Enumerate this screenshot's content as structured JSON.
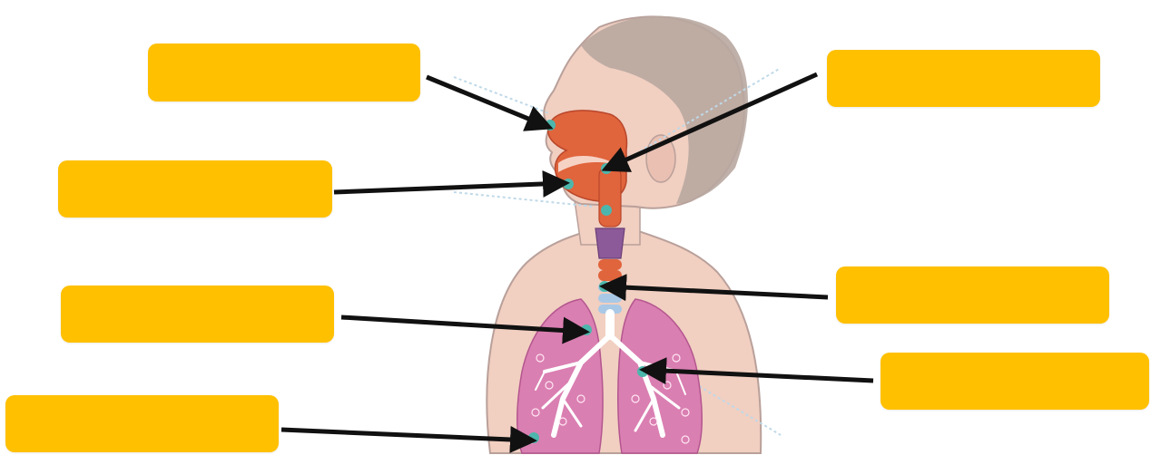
{
  "colors": {
    "label_fill": "#FFC000",
    "arrow": "#111111",
    "skin": "#F1CFC1",
    "skin_outline": "#B9A09A",
    "hair": "#B8A7A0",
    "airway": "#E0643C",
    "larynx": "#8C5A99",
    "trachea_ring": "#A9C8E5",
    "lung": "#DA7FB2",
    "bronchi": "#FFFFFF",
    "marker_dot": "#4DB6AC"
  },
  "labels": [
    {
      "id": "nasal",
      "text": ""
    },
    {
      "id": "pharynx",
      "text": ""
    },
    {
      "id": "mouth",
      "text": ""
    },
    {
      "id": "trachea",
      "text": ""
    },
    {
      "id": "bronchus",
      "text": ""
    },
    {
      "id": "bronchiole",
      "text": ""
    },
    {
      "id": "alveoli",
      "text": ""
    }
  ],
  "markers": [
    "nasal-cavity",
    "pharynx",
    "oral-cavity",
    "trachea",
    "bronchus",
    "bronchiole",
    "alveoli"
  ]
}
